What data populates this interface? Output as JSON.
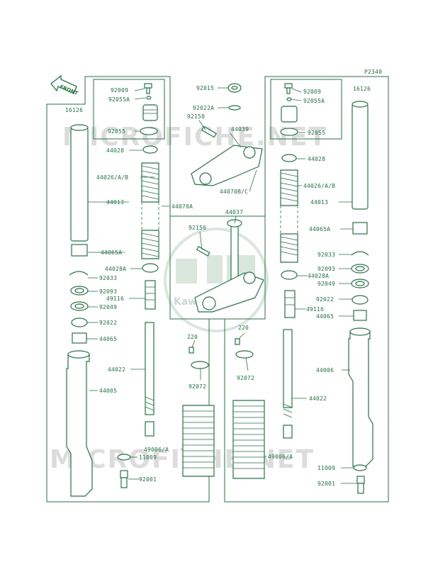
{
  "diagram_code": "P2340",
  "front_label": "FRONT",
  "watermark": "MICROFICHE.NET",
  "logo_text": "Kawasaki",
  "parts": {
    "p92009_l": "92009",
    "p92055A_l": "92055A",
    "p16126_l": "16126",
    "p92055_l": "92055",
    "p44028_l": "44028",
    "p44026_l": "44026/A/B",
    "p44013_l": "44013",
    "p44070A": "44070A",
    "p44065A_l": "44065A",
    "p44028A_l": "44028A",
    "p92033_l": "92033",
    "p92093_l": "92093",
    "p49116_l": "49116",
    "p92049_l": "92049",
    "p92022_l": "92022",
    "p44065_l": "44065",
    "p44022_l": "44022",
    "p44005": "44005",
    "p92072_l": "92072",
    "p49006_l": "49006/A",
    "p11009_l": "11009",
    "p92001_l": "92001",
    "p220_l": "220",
    "p92015": "92015",
    "p92022A": "92022A",
    "p92150_top": "92150",
    "p44039": "44039",
    "p44070BC": "44070B/C",
    "p44037": "44037",
    "p92150_mid": "92150",
    "p92009_r": "92009",
    "p92055A_r": "92055A",
    "p16126_r": "16126",
    "p92055_r": "92055",
    "p44028_r": "44028",
    "p44026_r": "44026/A/B",
    "p44013_r": "44013",
    "p44065A_r": "44065A",
    "p92033_r": "92033",
    "p92093_r": "92093",
    "p44028A_r": "44028A",
    "p92049_r": "92049",
    "p92022_r": "92022",
    "p49116_r": "49116",
    "p44065_r": "44065",
    "p44006": "44006",
    "p220_r": "220",
    "p92072_r": "92072",
    "p44022_r": "44022",
    "p49006_r": "49006/A",
    "p11009_r": "11009",
    "p92001_r": "92001"
  }
}
